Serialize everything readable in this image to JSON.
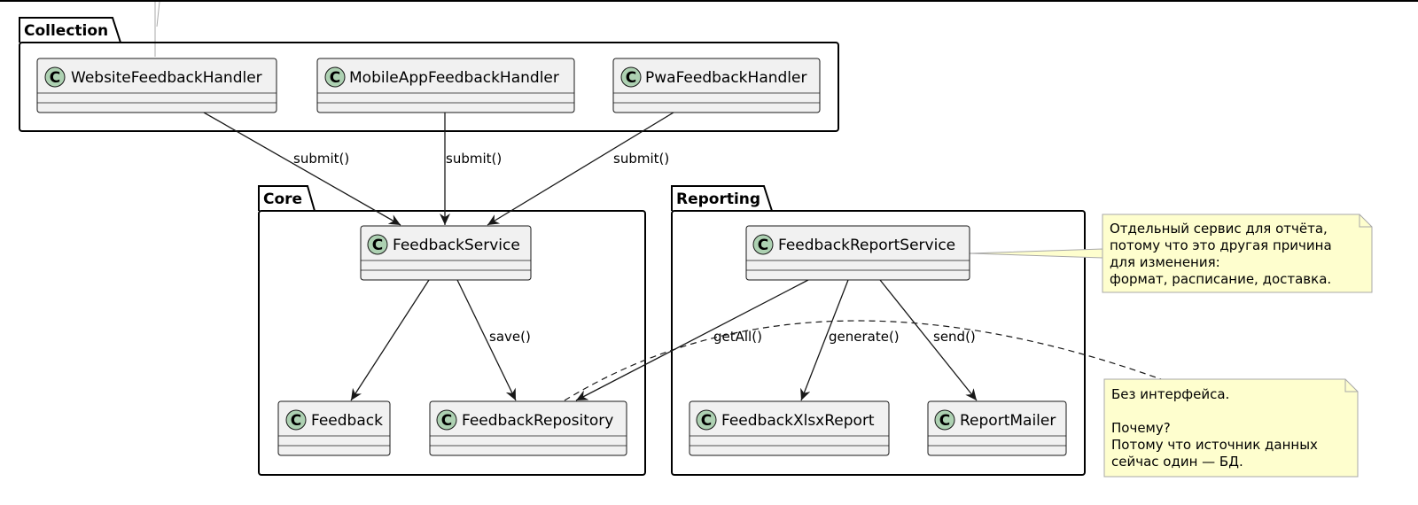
{
  "packages": [
    {
      "id": "collection",
      "label": "Collection"
    },
    {
      "id": "core",
      "label": "Core"
    },
    {
      "id": "reporting",
      "label": "Reporting"
    }
  ],
  "classes": [
    {
      "id": "website",
      "name": "WebsiteFeedbackHandler"
    },
    {
      "id": "mobile",
      "name": "MobileAppFeedbackHandler"
    },
    {
      "id": "pwa",
      "name": "PwaFeedbackHandler"
    },
    {
      "id": "service",
      "name": "FeedbackService"
    },
    {
      "id": "feedback",
      "name": "Feedback"
    },
    {
      "id": "repo",
      "name": "FeedbackRepository"
    },
    {
      "id": "report",
      "name": "FeedbackReportService"
    },
    {
      "id": "xlsx",
      "name": "FeedbackXlsxReport"
    },
    {
      "id": "mailer",
      "name": "ReportMailer"
    }
  ],
  "class_icon_letter": "C",
  "edges": [
    {
      "id": "website-service",
      "label": "submit()"
    },
    {
      "id": "mobile-service",
      "label": "submit()"
    },
    {
      "id": "pwa-service",
      "label": "submit()"
    },
    {
      "id": "service-feedback",
      "label": ""
    },
    {
      "id": "service-repo",
      "label": "save()"
    },
    {
      "id": "report-repo",
      "label": "getAll()"
    },
    {
      "id": "report-xlsx",
      "label": "generate()"
    },
    {
      "id": "report-mailer",
      "label": "send()"
    }
  ],
  "notes": [
    {
      "id": "note-report",
      "lines": [
        "Отдельный сервис для отчёта,",
        "потому что это другая причина",
        "для изменения:",
        "формат, расписание, доставка."
      ]
    },
    {
      "id": "note-repo",
      "lines": [
        "Без интерфейса.",
        "",
        "Почему?",
        "Потому что источник данных",
        "сейчас один — БД."
      ]
    }
  ],
  "colors": {
    "class_fill": "#f1f1f1",
    "class_border": "#181818",
    "icon_fill": "#add1b2",
    "note_fill": "#fefece",
    "note_border": "#a8a8a8",
    "package_border": "#000000",
    "edge": "#181818"
  }
}
